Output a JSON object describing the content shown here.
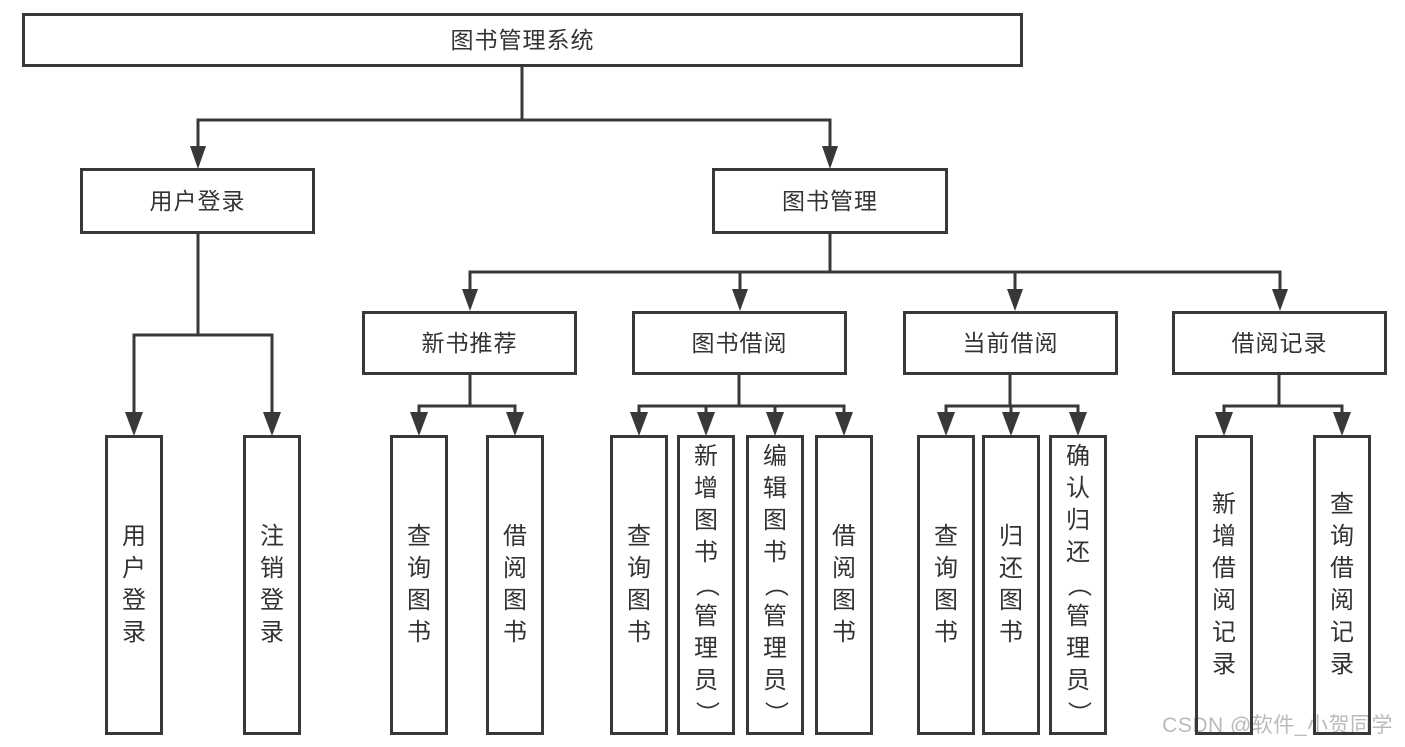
{
  "diagram": {
    "root": {
      "label": "图书管理系统"
    },
    "level2": [
      {
        "label": "用户登录"
      },
      {
        "label": "图书管理"
      }
    ],
    "level3": [
      {
        "label": "新书推荐"
      },
      {
        "label": "图书借阅"
      },
      {
        "label": "当前借阅"
      },
      {
        "label": "借阅记录"
      }
    ],
    "leaves": [
      {
        "label": "用户登录"
      },
      {
        "label": "注销登录"
      },
      {
        "label": "查询图书"
      },
      {
        "label": "借阅图书"
      },
      {
        "label": "查询图书"
      },
      {
        "label": "新增图书（管理员）"
      },
      {
        "label": "编辑图书（管理员）"
      },
      {
        "label": "借阅图书"
      },
      {
        "label": "查询图书"
      },
      {
        "label": "归还图书"
      },
      {
        "label": "确认归还（管理员）"
      },
      {
        "label": "新增借阅记录"
      },
      {
        "label": "查询借阅记录"
      }
    ]
  },
  "watermark": {
    "text": "CSDN @软件_小贺同学"
  },
  "colors": {
    "line": "#38383a",
    "text": "#333333",
    "watermark": "#bababd",
    "background": "#ffffff"
  }
}
